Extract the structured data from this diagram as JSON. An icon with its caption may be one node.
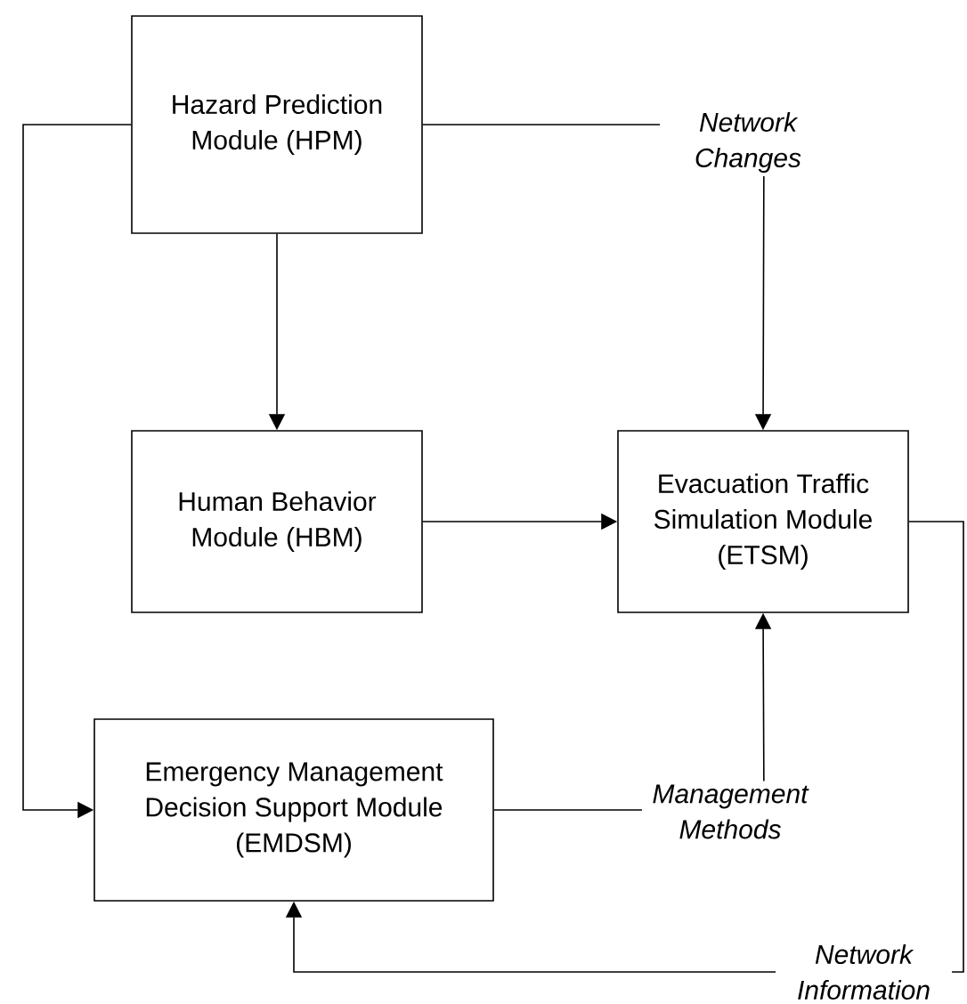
{
  "diagram": {
    "nodes": [
      {
        "text": [
          "Hazard Prediction Module (HPM)"
        ]
      },
      {
        "text": [
          "Human Behavior Module (HBM)"
        ]
      },
      {
        "text": [
          "Evacuation Traffic Simulation Module (ETSM)"
        ]
      },
      {
        "text": [
          "Emergency Management Decision Support Module (EMDSM)"
        ]
      }
    ],
    "edges": [
      {
        "from": 0,
        "to": 1,
        "arrow": "to"
      },
      {
        "from": 0,
        "to": 2,
        "arrow": "to",
        "label": "Network Changes"
      },
      {
        "from": 0,
        "to": 3,
        "arrow": "to"
      },
      {
        "from": 1,
        "to": 2,
        "arrow": "to"
      },
      {
        "from": 3,
        "to": 2,
        "arrow": "to",
        "label": "Management Methods"
      },
      {
        "from": 2,
        "to": 3,
        "arrow": "to",
        "label": "Network Information"
      }
    ]
  }
}
